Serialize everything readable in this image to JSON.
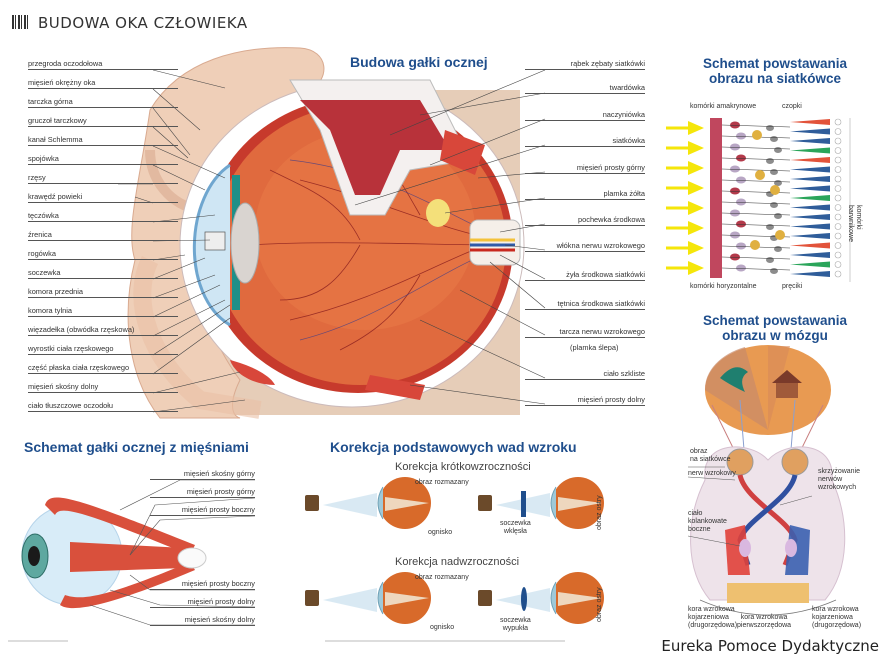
{
  "poster": {
    "title": "BUDOWA OKA CZŁOWIEKA",
    "watermark": "Eureka Pomoce Dydaktyczne"
  },
  "eyeball": {
    "title": "Budowa gałki ocznej",
    "labels_left": [
      "przegroda oczodołowa",
      "mięsień okrężny oka",
      "tarczka górna",
      "gruczoł tarczkowy",
      "kanał Schlemma",
      "spojówka",
      "rzęsy",
      "krawędź powieki",
      "tęczówka",
      "źrenica",
      "rogówka",
      "soczewka",
      "komora przednia",
      "komora tylnia",
      "więzadełka (obwódka rzęskowa)",
      "wyrostki ciała rzęskowego",
      "część płaska ciała rzęskowego",
      "mięsień skośny dolny",
      "ciało tłuszczowe oczodołu"
    ],
    "labels_right": [
      "rąbek zębaty siatkówki",
      "twardówka",
      "naczyniówka",
      "siatkówka",
      "mięsień prosty górny",
      "plamka żółta",
      "pochewka środkowa",
      "włókna nerwu wzrokowego",
      "żyła środkowa siatkówki",
      "tętnica środkowa siatkówki",
      "tarcza nerwu wzrokowego",
      "ciało szkliste",
      "mięsień prosty dolny"
    ],
    "label_optic_disc_note": "(plamka ślepa)"
  },
  "retina": {
    "title_line1": "Schemat powstawania",
    "title_line2": "obrazu na siatkówce",
    "labels": {
      "amacrine": "komórki amakrynowe",
      "cones": "czopki",
      "horizontal": "komórki horyzontalne",
      "rods": "pręciki",
      "pigment": "komórki barwnikowe"
    },
    "colors": {
      "light": "#f5e60a",
      "ganglion_bar": "#c0475e",
      "cone_red": "#e2533a",
      "cone_green": "#2aa55a",
      "rod_blue": "#2f5d9a"
    }
  },
  "brain": {
    "title_line1": "Schemat powstawania",
    "title_line2": "obrazu w mózgu",
    "labels": {
      "retina_image_1": "obraz",
      "retina_image_2": "na siatkówce",
      "optic_nerve": "nerw wzrokowy",
      "chiasm_1": "skrzyżowanie",
      "chiasm_2": "nerwów",
      "chiasm_3": "wzrokowych",
      "lgn_1": "ciało",
      "lgn_2": "kolankowate",
      "lgn_3": "boczne",
      "assoc_left_1": "kora wzrokowa",
      "assoc_left_2": "kojarzeniowa",
      "assoc_left_3": "(drugorzędowa)",
      "primary_1": "kora wzrokowa",
      "primary_2": "pierwszorzędowa",
      "assoc_right_1": "kora wzrokowa",
      "assoc_right_2": "kojarzeniowa",
      "assoc_right_3": "(drugorzędowa)"
    }
  },
  "muscles": {
    "title": "Schemat gałki ocznej z mięśniami",
    "labels": [
      "mięsień skośny górny",
      "mięsień prosty górny",
      "mięsień prosty boczny",
      "mięsień prosty boczny",
      "mięsień prosty dolny",
      "mięsień skośny dolny"
    ]
  },
  "correction": {
    "title": "Korekcja podstawowych wad wzroku",
    "myopia": {
      "title": "Korekcja krótkowzroczności",
      "blurred": "obraz rozmazany",
      "focus": "ognisko",
      "lens_1": "soczewka",
      "lens_2": "wklęsła",
      "sharp": "obraz ostry"
    },
    "hyperopia": {
      "title": "Korekcja nadwzroczności",
      "blurred": "obraz rozmazany",
      "focus": "ognisko",
      "lens_1": "soczewka",
      "lens_2": "wypukła",
      "sharp": "obraz ostry"
    }
  }
}
